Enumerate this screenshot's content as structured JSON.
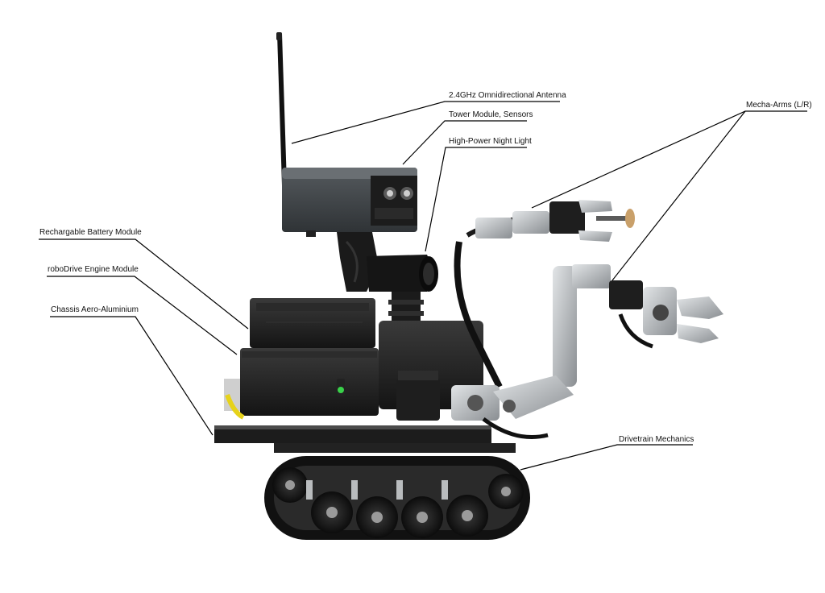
{
  "labels": {
    "antenna": "2.4GHz Omnidirectional Antenna",
    "tower": "Tower Module, Sensors",
    "night_light": "High-Power Night Light",
    "arms": "Mecha-Arms (L/R)",
    "battery": "Rechargable Battery Module",
    "engine": "roboDrive Engine Module",
    "chassis": "Chassis Aero-Aluminium",
    "drivetrain": "Drivetrain Mechanics"
  },
  "colors": {
    "body": "#1e1e1e",
    "body_light": "#3a3a3a",
    "metal": "#bfc3c6",
    "metal_dark": "#8a8e92",
    "accent_yellow": "#e6d21a",
    "led_green": "#39d24a",
    "leader": "#000000"
  }
}
